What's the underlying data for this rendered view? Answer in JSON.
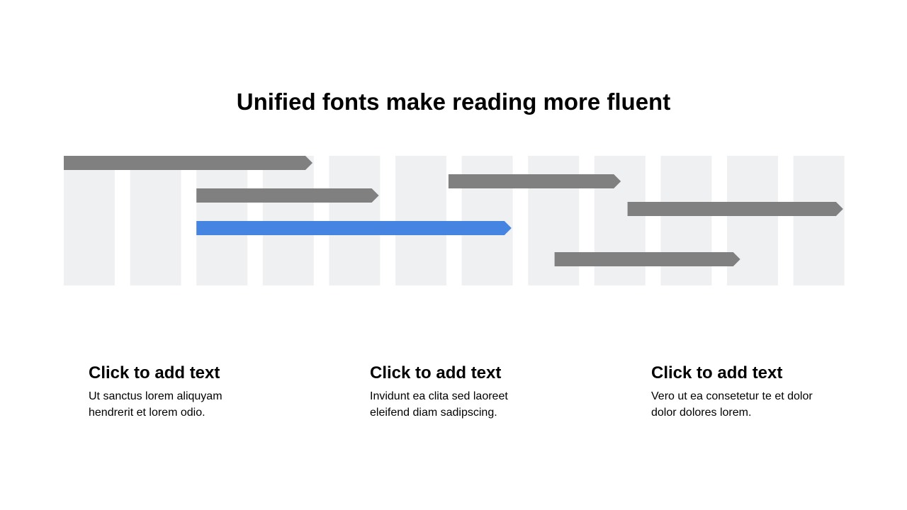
{
  "title": "Unified fonts make reading more fluent",
  "colors": {
    "column": "#eff0f2",
    "bar": "#808080",
    "highlight": "#4584e0",
    "background": "#ffffff"
  },
  "timeline": {
    "column_count": 12,
    "bars": [
      {
        "start": 0,
        "end": 3.75,
        "row": 0,
        "highlight": false
      },
      {
        "start": 2,
        "end": 4.75,
        "row": 1,
        "highlight": false
      },
      {
        "start": 2,
        "end": 6.75,
        "row": 2,
        "highlight": false
      },
      {
        "start": 5.8,
        "end": 8.4,
        "row": 3,
        "highlight": false
      },
      {
        "start": 8.5,
        "end": 11.75,
        "row": 4,
        "highlight": false
      },
      {
        "start": 7.4,
        "end": 10.2,
        "row": 5,
        "highlight": false
      }
    ]
  },
  "blocks": [
    {
      "heading": "Click to add text",
      "body": "Ut sanctus lorem aliquyam hendrerit et lorem odio."
    },
    {
      "heading": "Click to add text",
      "body": "Invidunt ea clita sed laoreet eleifend diam sadipscing."
    },
    {
      "heading": "Click to add text",
      "body": "Vero ut ea consetetur te et dolor dolor dolores lorem."
    }
  ]
}
